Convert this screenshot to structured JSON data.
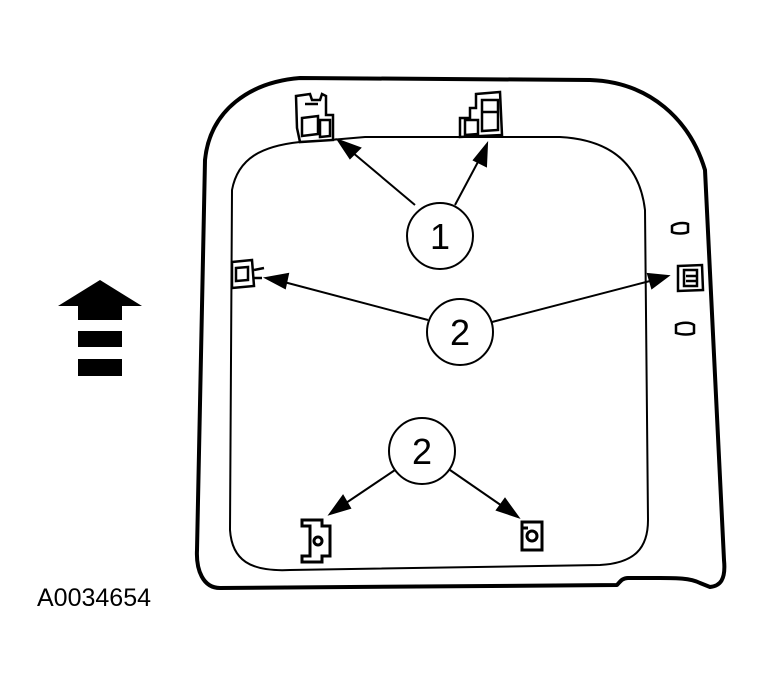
{
  "figure_id": "A0034654",
  "callouts": [
    {
      "label": "1",
      "target": "upper-mounting-tabs"
    },
    {
      "label": "2",
      "target": "side-retaining-clips"
    },
    {
      "label": "2",
      "target": "lower-retaining-clips"
    }
  ],
  "direction_indicator": "up-arrow-icon",
  "colors": {
    "line": "#000000",
    "background": "#ffffff"
  }
}
